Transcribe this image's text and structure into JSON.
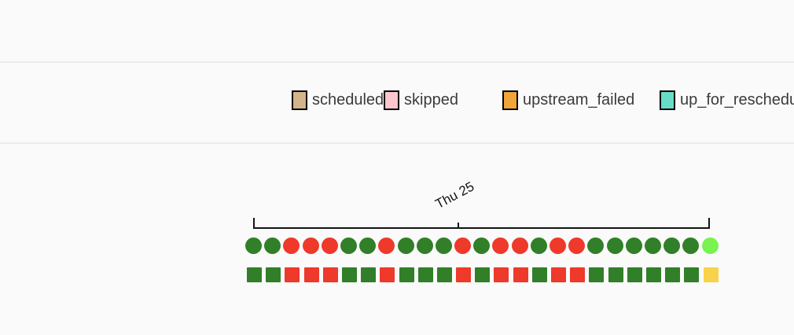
{
  "page": {
    "background_color": "#fafafa",
    "divider_color": "#ececec"
  },
  "legend": {
    "text_color": "#3b3b3b",
    "swatch_border_color": "#000000",
    "items": [
      {
        "id": "scheduled",
        "label": "scheduled",
        "color": "#d3b589"
      },
      {
        "id": "skipped",
        "label": "skipped",
        "color": "#fdc5ce"
      },
      {
        "id": "upstream_failed",
        "label": "upstream_failed",
        "color": "#f1a43a"
      },
      {
        "id": "up_for_reschedule",
        "label": "up_for_reschedule",
        "color": "#68dcc7"
      }
    ]
  },
  "chart_data": {
    "type": "heatmap",
    "description": "Airflow tree view status grid: top row DAG run circles, bottom row task instance squares, 25 columns",
    "date_tick": {
      "label": "Thu 25"
    },
    "status_colors": {
      "success": "#317f28",
      "failed": "#ee392b",
      "running": "#78f350",
      "up_for_retry": "#f8d24a"
    },
    "rows": [
      {
        "name": "dag_runs",
        "shape": "circle",
        "cell_name": "dag-run-circle",
        "statuses": [
          "success",
          "success",
          "failed",
          "failed",
          "failed",
          "success",
          "success",
          "failed",
          "success",
          "success",
          "success",
          "failed",
          "success",
          "failed",
          "failed",
          "success",
          "failed",
          "failed",
          "success",
          "success",
          "success",
          "success",
          "success",
          "success",
          "running"
        ]
      },
      {
        "name": "task_instances",
        "shape": "square",
        "cell_name": "task-instance-square",
        "statuses": [
          "success",
          "success",
          "failed",
          "failed",
          "failed",
          "success",
          "success",
          "failed",
          "success",
          "success",
          "success",
          "failed",
          "success",
          "failed",
          "failed",
          "success",
          "failed",
          "failed",
          "success",
          "success",
          "success",
          "success",
          "success",
          "success",
          "up_for_retry"
        ]
      }
    ]
  }
}
